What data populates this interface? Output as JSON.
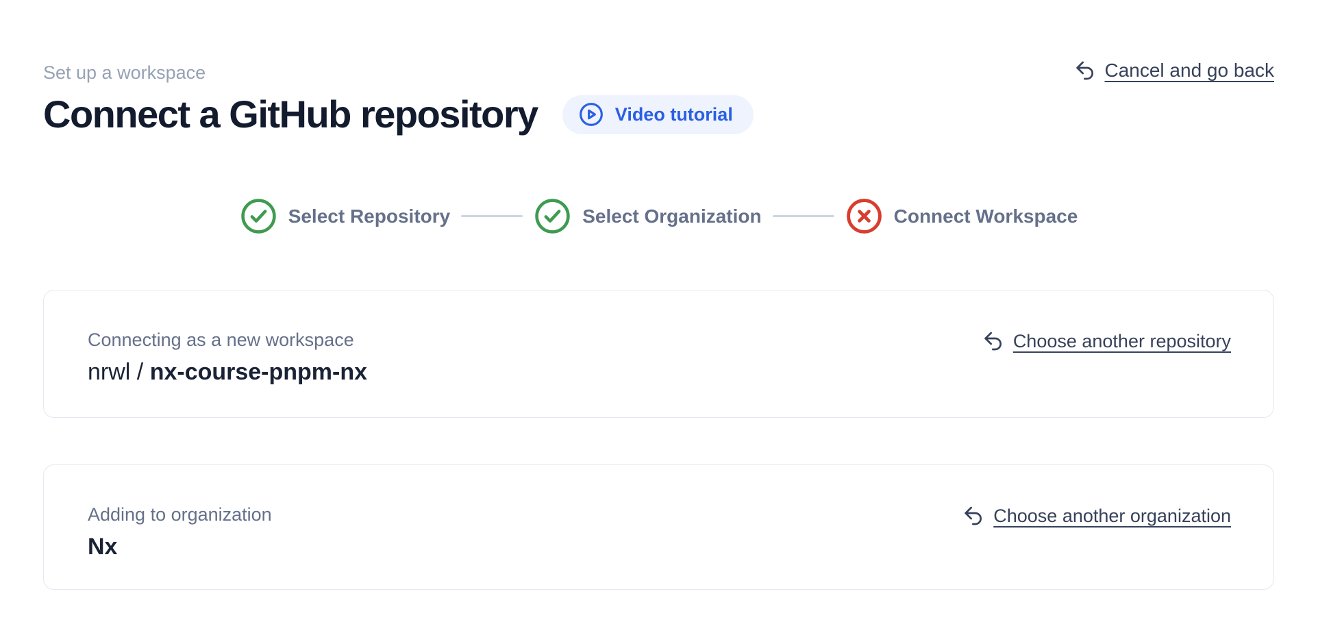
{
  "page": {
    "eyebrow": "Set up a workspace",
    "title": "Connect a GitHub repository"
  },
  "header": {
    "video_tutorial_label": "Video tutorial",
    "cancel_link_label": "Cancel and go back"
  },
  "stepper": {
    "steps": [
      {
        "label": "Select Repository",
        "status": "done",
        "icon": "check-circle"
      },
      {
        "label": "Select Organization",
        "status": "done",
        "icon": "check-circle"
      },
      {
        "label": "Connect Workspace",
        "status": "error",
        "icon": "x-circle"
      }
    ]
  },
  "repo_card": {
    "label": "Connecting as a new workspace",
    "owner": "nrwl /",
    "repo": "nx-course-pnpm-nx",
    "change_link_label": "Choose another repository"
  },
  "org_card": {
    "label": "Adding to organization",
    "org": "Nx",
    "change_link_label": "Choose another organization"
  },
  "colors": {
    "success_green": "#3f9b50",
    "error_red": "#d93d2e",
    "accent_blue": "#2b5fe3",
    "pill_background": "#eef3fe",
    "card_border": "#e4e8f0",
    "muted_text": "#65708a",
    "link_text": "#36415a"
  }
}
